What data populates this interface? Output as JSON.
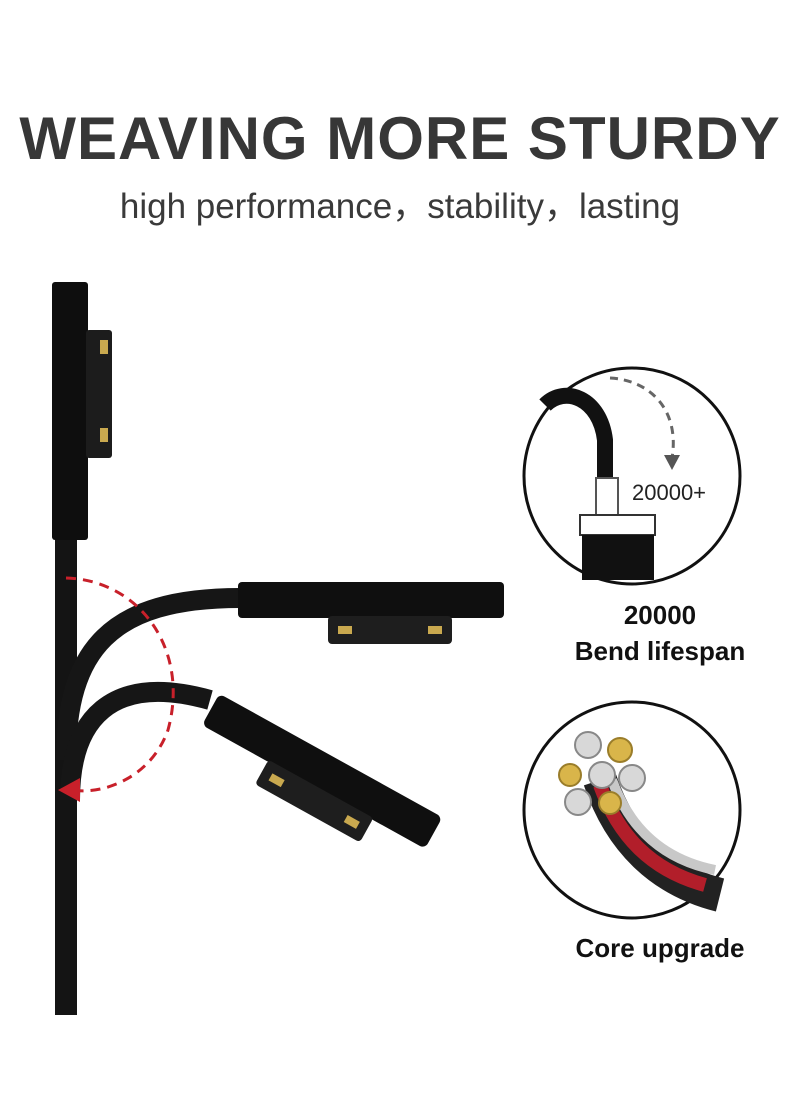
{
  "header": {
    "title": "WEAVING MORE STURDY",
    "subtitle": "high performance，stability，lasting"
  },
  "bend_badge": {
    "count": "20000+",
    "caption_line1": "20000",
    "caption_line2": "Bend lifespan"
  },
  "core_badge": {
    "caption": "Core upgrade"
  },
  "colors": {
    "cable": "#111111",
    "arrow": "#c8202a",
    "text": "#373737"
  }
}
